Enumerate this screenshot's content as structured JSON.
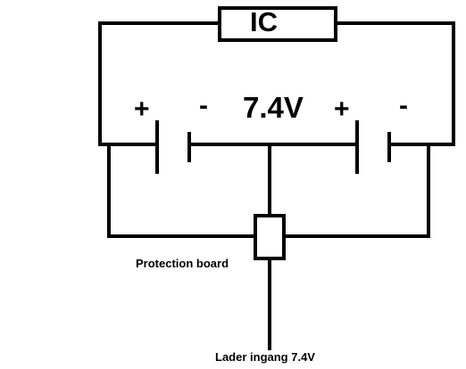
{
  "diagram": {
    "ic_label": "IC",
    "voltage_label": "7.4V",
    "cell1": {
      "plus": "+",
      "minus": "-"
    },
    "cell2": {
      "plus": "+",
      "minus": "-"
    },
    "protection_label": "Protection board",
    "charger_label": "Lader ingang 7.4V",
    "colors": {
      "line": "#000000",
      "background": "#ffffff"
    }
  }
}
